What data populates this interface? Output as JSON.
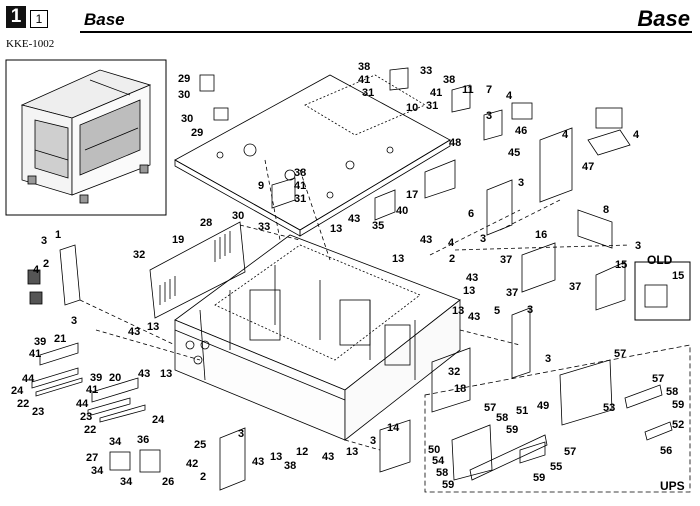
{
  "header": {
    "section_number": "1",
    "page_number": "1",
    "title_left": "Base",
    "title_right": "Base",
    "model_code": "KKE-1002"
  },
  "boxes": {
    "old_label": "OLD",
    "ups_label": "UPS"
  },
  "callouts": [
    {
      "id": "c1",
      "text": "29"
    },
    {
      "id": "c2",
      "text": "30"
    },
    {
      "id": "c3",
      "text": "30"
    },
    {
      "id": "c4",
      "text": "29"
    },
    {
      "id": "c5",
      "text": "38"
    },
    {
      "id": "c6",
      "text": "41"
    },
    {
      "id": "c7",
      "text": "31"
    },
    {
      "id": "c8",
      "text": "33"
    },
    {
      "id": "c9",
      "text": "10"
    },
    {
      "id": "c10",
      "text": "38"
    },
    {
      "id": "c11",
      "text": "41"
    },
    {
      "id": "c12",
      "text": "31"
    },
    {
      "id": "c13",
      "text": "11"
    },
    {
      "id": "c14",
      "text": "7"
    },
    {
      "id": "c15",
      "text": "4"
    },
    {
      "id": "c16",
      "text": "3"
    },
    {
      "id": "c17",
      "text": "46"
    },
    {
      "id": "c18",
      "text": "48"
    },
    {
      "id": "c19",
      "text": "4"
    },
    {
      "id": "c20",
      "text": "4"
    },
    {
      "id": "c21",
      "text": "45"
    },
    {
      "id": "c22",
      "text": "47"
    },
    {
      "id": "c23",
      "text": "38"
    },
    {
      "id": "c24",
      "text": "41"
    },
    {
      "id": "c25",
      "text": "9"
    },
    {
      "id": "c26",
      "text": "31"
    },
    {
      "id": "c27",
      "text": "28"
    },
    {
      "id": "c28",
      "text": "30"
    },
    {
      "id": "c29",
      "text": "33"
    },
    {
      "id": "c30",
      "text": "17"
    },
    {
      "id": "c31",
      "text": "40"
    },
    {
      "id": "c32",
      "text": "35"
    },
    {
      "id": "c33",
      "text": "43"
    },
    {
      "id": "c34",
      "text": "13"
    },
    {
      "id": "c35",
      "text": "3"
    },
    {
      "id": "c36",
      "text": "6"
    },
    {
      "id": "c37",
      "text": "3"
    },
    {
      "id": "c38",
      "text": "8"
    },
    {
      "id": "c39",
      "text": "3"
    },
    {
      "id": "c40",
      "text": "3"
    },
    {
      "id": "c41",
      "text": "1"
    },
    {
      "id": "c42",
      "text": "2"
    },
    {
      "id": "c43",
      "text": "4"
    },
    {
      "id": "c44",
      "text": "3"
    },
    {
      "id": "c45",
      "text": "32"
    },
    {
      "id": "c46",
      "text": "19"
    },
    {
      "id": "c47",
      "text": "43"
    },
    {
      "id": "c48",
      "text": "4"
    },
    {
      "id": "c49",
      "text": "13"
    },
    {
      "id": "c50",
      "text": "2"
    },
    {
      "id": "c51",
      "text": "37"
    },
    {
      "id": "c52",
      "text": "16"
    },
    {
      "id": "c53",
      "text": "37"
    },
    {
      "id": "c54",
      "text": "43"
    },
    {
      "id": "c55",
      "text": "13"
    },
    {
      "id": "c56",
      "text": "15"
    },
    {
      "id": "c57",
      "text": "37"
    },
    {
      "id": "c58",
      "text": "15"
    },
    {
      "id": "c59",
      "text": "39"
    },
    {
      "id": "c60",
      "text": "21"
    },
    {
      "id": "c61",
      "text": "41"
    },
    {
      "id": "c62",
      "text": "43"
    },
    {
      "id": "c63",
      "text": "13"
    },
    {
      "id": "c64",
      "text": "13"
    },
    {
      "id": "c65",
      "text": "43"
    },
    {
      "id": "c66",
      "text": "5"
    },
    {
      "id": "c67",
      "text": "3"
    },
    {
      "id": "c68",
      "text": "3"
    },
    {
      "id": "c69",
      "text": "44"
    },
    {
      "id": "c70",
      "text": "24"
    },
    {
      "id": "c71",
      "text": "22"
    },
    {
      "id": "c72",
      "text": "23"
    },
    {
      "id": "c73",
      "text": "43"
    },
    {
      "id": "c74",
      "text": "13"
    },
    {
      "id": "c75",
      "text": "39"
    },
    {
      "id": "c76",
      "text": "20"
    },
    {
      "id": "c77",
      "text": "41"
    },
    {
      "id": "c78",
      "text": "44"
    },
    {
      "id": "c79",
      "text": "23"
    },
    {
      "id": "c80",
      "text": "22"
    },
    {
      "id": "c81",
      "text": "24"
    },
    {
      "id": "c82",
      "text": "32"
    },
    {
      "id": "c83",
      "text": "18"
    },
    {
      "id": "c84",
      "text": "57"
    },
    {
      "id": "c85",
      "text": "57"
    },
    {
      "id": "c86",
      "text": "58"
    },
    {
      "id": "c87",
      "text": "49"
    },
    {
      "id": "c88",
      "text": "59"
    },
    {
      "id": "c89",
      "text": "53"
    },
    {
      "id": "c90",
      "text": "52"
    },
    {
      "id": "c91",
      "text": "56"
    },
    {
      "id": "c92",
      "text": "34"
    },
    {
      "id": "c93",
      "text": "36"
    },
    {
      "id": "c94",
      "text": "27"
    },
    {
      "id": "c95",
      "text": "34"
    },
    {
      "id": "c96",
      "text": "34"
    },
    {
      "id": "c97",
      "text": "26"
    },
    {
      "id": "c98",
      "text": "3"
    },
    {
      "id": "c99",
      "text": "25"
    },
    {
      "id": "c100",
      "text": "42"
    },
    {
      "id": "c101",
      "text": "2"
    },
    {
      "id": "c102",
      "text": "43"
    },
    {
      "id": "c103",
      "text": "13"
    },
    {
      "id": "c104",
      "text": "12"
    },
    {
      "id": "c105",
      "text": "38"
    },
    {
      "id": "c106",
      "text": "43"
    },
    {
      "id": "c107",
      "text": "13"
    },
    {
      "id": "c108",
      "text": "3"
    },
    {
      "id": "c109",
      "text": "14"
    },
    {
      "id": "c110",
      "text": "57"
    },
    {
      "id": "c111",
      "text": "58"
    },
    {
      "id": "c112",
      "text": "59"
    },
    {
      "id": "c113",
      "text": "50"
    },
    {
      "id": "c114",
      "text": "54"
    },
    {
      "id": "c115",
      "text": "58"
    },
    {
      "id": "c116",
      "text": "59"
    },
    {
      "id": "c117",
      "text": "51"
    },
    {
      "id": "c118",
      "text": "57"
    },
    {
      "id": "c119",
      "text": "55"
    },
    {
      "id": "c120",
      "text": "59"
    }
  ]
}
